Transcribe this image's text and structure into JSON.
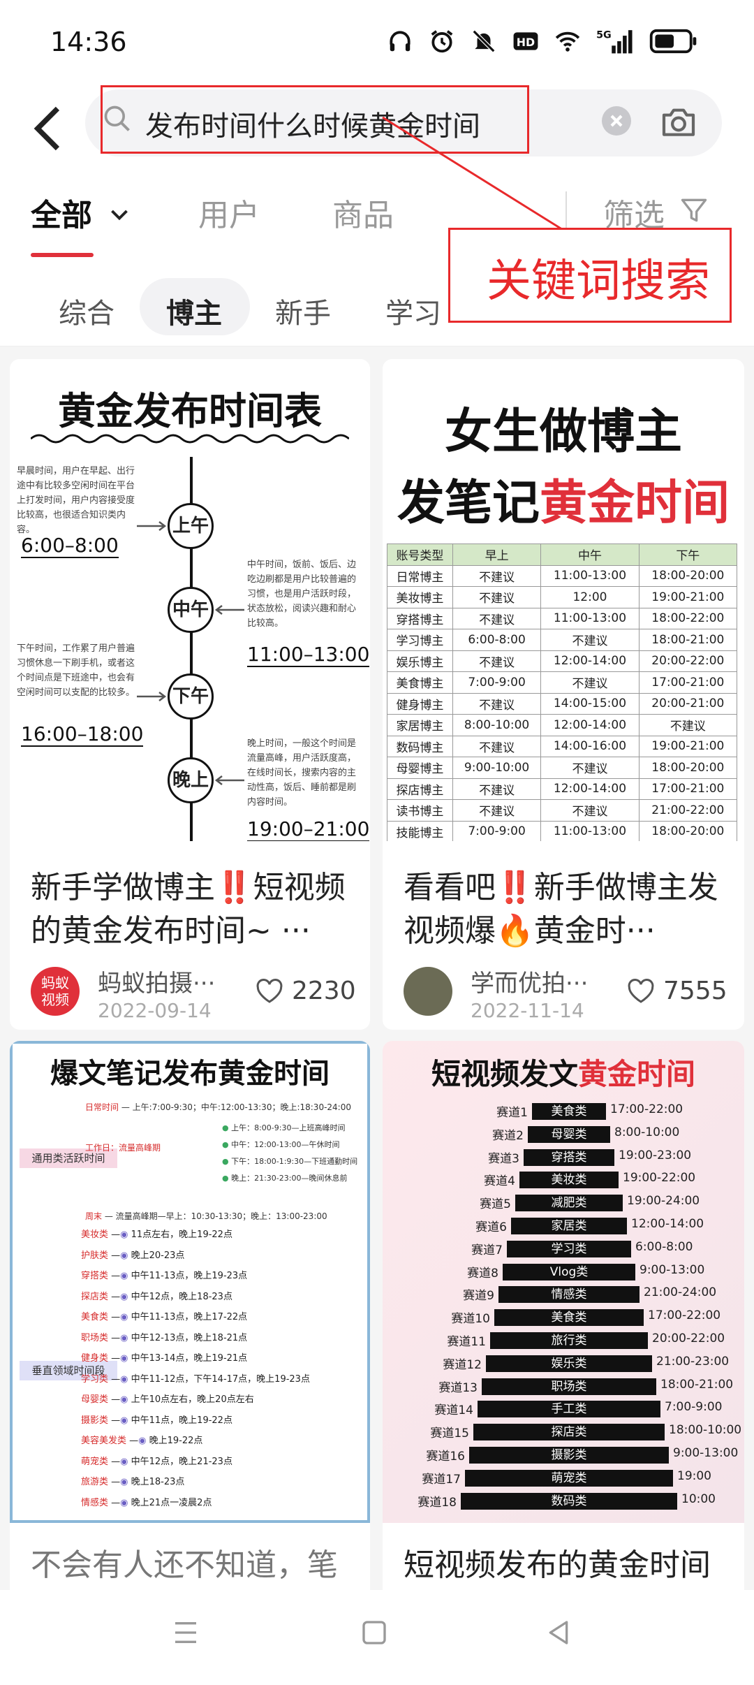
{
  "status": {
    "time": "14:36",
    "network": "5G"
  },
  "search": {
    "query": "发布时间什么时候黄金时间"
  },
  "tabs": [
    "全部",
    "用户",
    "商品",
    "筛选"
  ],
  "chips": [
    "综合",
    "博主",
    "新手",
    "学习"
  ],
  "annotation": "关键词搜索",
  "cards": [
    {
      "title": "新手学做博主‼️短视频的黄金发布时间~ ···",
      "author": "蚂蚁拍摄···",
      "date": "2022-09-14",
      "likes": "2230",
      "avatar_text": [
        "蚂蚁",
        "视频"
      ],
      "image": {
        "title": "黄金发布时间表",
        "slots": [
          {
            "label": "上午",
            "time": "6:00–8:00",
            "desc": "早晨时间，用户在早起、出行途中有比较多空闲时间在平台上打发时间，用户内容接受度比较高，也很适合知识类内容。"
          },
          {
            "label": "中午",
            "time": "11:00–13:00",
            "desc": "中午时间，饭前、饭后、边吃边刷都是用户比较普遍的习惯，也是用户活跃时段，状态放松，阅读兴趣和耐心比较高。"
          },
          {
            "label": "下午",
            "time": "16:00–18:00",
            "desc": "下午时间，工作累了用户普遍习惯休息一下刷手机，或者这个时间点是下班途中，也会有空闲时间可以支配的比较多。"
          },
          {
            "label": "晚上",
            "time": "19:00–21:00",
            "desc": "晚上时间，一般这个时间是流量高峰，用户活跃度高，在线时间长，搜索内容的主动性高，饭后、睡前都是刷内容时间。"
          }
        ]
      }
    },
    {
      "title": "看看吧‼️新手做博主发视频爆🔥黄金时···",
      "author": "学而优拍···",
      "date": "2022-11-14",
      "likes": "7555",
      "image": {
        "title1": "女生做博主",
        "title2a": "发笔记",
        "title2b": "黄金时间",
        "header": [
          "账号类型",
          "早上",
          "中午",
          "下午"
        ],
        "rows": [
          [
            "日常博主",
            "不建议",
            "11:00-13:00",
            "18:00-20:00"
          ],
          [
            "美妆博主",
            "不建议",
            "12:00",
            "19:00-21:00"
          ],
          [
            "穿搭博主",
            "不建议",
            "11:00-13:00",
            "18:00-22:00"
          ],
          [
            "学习博主",
            "6:00-8:00",
            "不建议",
            "18:00-21:00"
          ],
          [
            "娱乐博主",
            "不建议",
            "12:00-14:00",
            "20:00-22:00"
          ],
          [
            "美食博主",
            "7:00-9:00",
            "不建议",
            "17:00-21:00"
          ],
          [
            "健身博主",
            "不建议",
            "14:00-15:00",
            "20:00-21:00"
          ],
          [
            "家居博主",
            "8:00-10:00",
            "12:00-14:00",
            "不建议"
          ],
          [
            "数码博主",
            "不建议",
            "14:00-16:00",
            "19:00-21:00"
          ],
          [
            "母婴博主",
            "9:00-10:00",
            "不建议",
            "18:00-20:00"
          ],
          [
            "探店博主",
            "不建议",
            "12:00-14:00",
            "17:00-21:00"
          ],
          [
            "读书博主",
            "不建议",
            "不建议",
            "21:00-22:00"
          ],
          [
            "技能博主",
            "7:00-9:00",
            "11:00-13:00",
            "18:00-20:00"
          ]
        ]
      }
    },
    {
      "title": "不会有人还不知道，笔",
      "image": {
        "title": "爆文笔记发布黄金时间",
        "group1": "通用类活跃时间",
        "g1_items": [
          {
            "k": "日常时间",
            "v": "上午:7:00-9:30；中午:12:00-13:30；晚上:18:30-24:00"
          },
          {
            "k": "工作日：流量高峰期",
            "v": ""
          },
          {
            "k": "周末",
            "v": "流量高峰期—早上：10:30-13:30；晚上：13:00-23:00"
          }
        ],
        "g1_sub": [
          "上午：8:00-9:30—上班高峰时间",
          "中午：12:00-13:00—午休时间",
          "下午：18:00-1:9:30—下班通勤时间",
          "晚上：21:30-23:00—晚间休息前"
        ],
        "group2": "垂直领域时间段",
        "g2_items": [
          {
            "k": "美妆类",
            "v": "11点左右，晚上19-22点"
          },
          {
            "k": "护肤类",
            "v": "晚上20-23点"
          },
          {
            "k": "穿搭类",
            "v": "中午11-13点，晚上19-23点"
          },
          {
            "k": "探店类",
            "v": "中午12点，晚上18-23点"
          },
          {
            "k": "美食类",
            "v": "中午11-13点，晚上17-22点"
          },
          {
            "k": "职场类",
            "v": "中午12-13点，晚上18-21点"
          },
          {
            "k": "健身类",
            "v": "中午13-14点，晚上19-21点"
          },
          {
            "k": "学习类",
            "v": "中午11-12点，下午14-17点，晚上19-23点"
          },
          {
            "k": "母婴类",
            "v": "上午10点左右，晚上20点左右"
          },
          {
            "k": "摄影类",
            "v": "中午11点，晚上19-22点"
          },
          {
            "k": "美容美发类",
            "v": "晚上19-22点"
          },
          {
            "k": "萌宠类",
            "v": "中午12点，晚上21-23点"
          },
          {
            "k": "旅游类",
            "v": "晚上18-23点"
          },
          {
            "k": "情感类",
            "v": "晚上21点一凌晨2点"
          }
        ]
      }
    },
    {
      "title": "短视频发布的黄金时间",
      "image": {
        "title_a": "短视频发文",
        "title_b": "黄金时间",
        "rows": [
          {
            "track": "赛道1",
            "cat": "美食类",
            "time": "17:00-22:00"
          },
          {
            "track": "赛道2",
            "cat": "母婴类",
            "time": "8:00-10:00"
          },
          {
            "track": "赛道3",
            "cat": "穿搭类",
            "time": "19:00-23:00"
          },
          {
            "track": "赛道4",
            "cat": "美妆类",
            "time": "19:00-22:00"
          },
          {
            "track": "赛道5",
            "cat": "减肥类",
            "time": "19:00-24:00"
          },
          {
            "track": "赛道6",
            "cat": "家居类",
            "time": "12:00-14:00"
          },
          {
            "track": "赛道7",
            "cat": "学习类",
            "time": "6:00-8:00"
          },
          {
            "track": "赛道8",
            "cat": "Vlog类",
            "time": "9:00-13:00"
          },
          {
            "track": "赛道9",
            "cat": "情感类",
            "time": "21:00-24:00"
          },
          {
            "track": "赛道10",
            "cat": "美食类",
            "time": "17:00-22:00"
          },
          {
            "track": "赛道11",
            "cat": "旅行类",
            "time": "20:00-22:00"
          },
          {
            "track": "赛道12",
            "cat": "娱乐类",
            "time": "21:00-23:00"
          },
          {
            "track": "赛道13",
            "cat": "职场类",
            "time": "18:00-21:00"
          },
          {
            "track": "赛道14",
            "cat": "手工类",
            "time": "7:00-9:00"
          },
          {
            "track": "赛道15",
            "cat": "探店类",
            "time": "18:00-10:00"
          },
          {
            "track": "赛道16",
            "cat": "摄影类",
            "time": "9:00-13:00"
          },
          {
            "track": "赛道17",
            "cat": "萌宠类",
            "time": "19:00"
          },
          {
            "track": "赛道18",
            "cat": "数码类",
            "time": "10:00"
          }
        ]
      }
    }
  ]
}
